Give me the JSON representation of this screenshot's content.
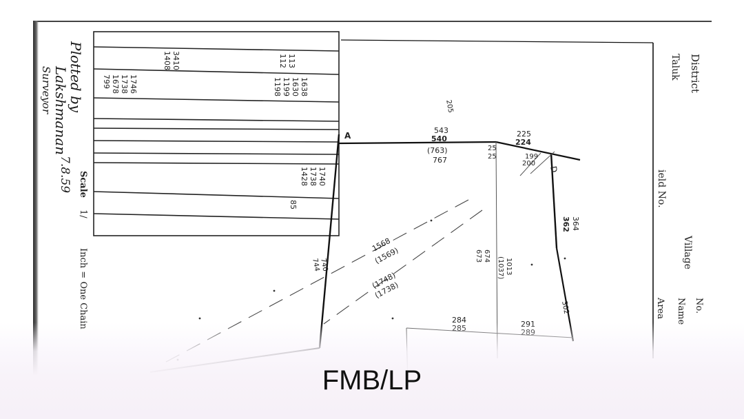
{
  "caption": "FMB/LP",
  "side_labels": {
    "district": "District",
    "taluk": "Taluk",
    "field_no": "ield No.",
    "village": "Village",
    "no": "No.",
    "name": "Name",
    "area": "Area"
  },
  "scale": {
    "label": "Scale",
    "value": "1/",
    "unit": "Inch = One Chain"
  },
  "handwritten": {
    "line1": "Plotted by",
    "line2": "Lakshmanan",
    "line3": "7.8.59",
    "line4": "Surveyor"
  },
  "plot_labels": {
    "corner_a": "A",
    "corner_d": "D",
    "top_left": "543",
    "top_left_b": "540",
    "paren_left": "(763)",
    "paren_left_b": "767",
    "mid_25": "25",
    "mid_25b": "25",
    "right_225": "225",
    "right_224": "224",
    "right_199": "199",
    "right_200": "200",
    "v_364": "364",
    "v_362": "362",
    "diag_1": "1568",
    "diag_1b": "(1569)",
    "diag_2": "(1748)",
    "diag_2b": "(1738)",
    "inner_674": "674",
    "inner_673": "673",
    "inner_1013": "1013",
    "inner_1037": "(1037)",
    "left_740": "740",
    "left_744": "744",
    "bottom_284": "284",
    "bottom_285": "285",
    "bottom_291": "291",
    "bottom_289": "289",
    "edge_302": "302",
    "top_205": "205"
  },
  "table_entries": [
    "1638",
    "1630",
    "1199",
    "1198",
    "113",
    "112",
    "1746",
    "1738",
    "1678",
    "799",
    "3410",
    "1408",
    "1740",
    "1738",
    "1428",
    "85"
  ]
}
